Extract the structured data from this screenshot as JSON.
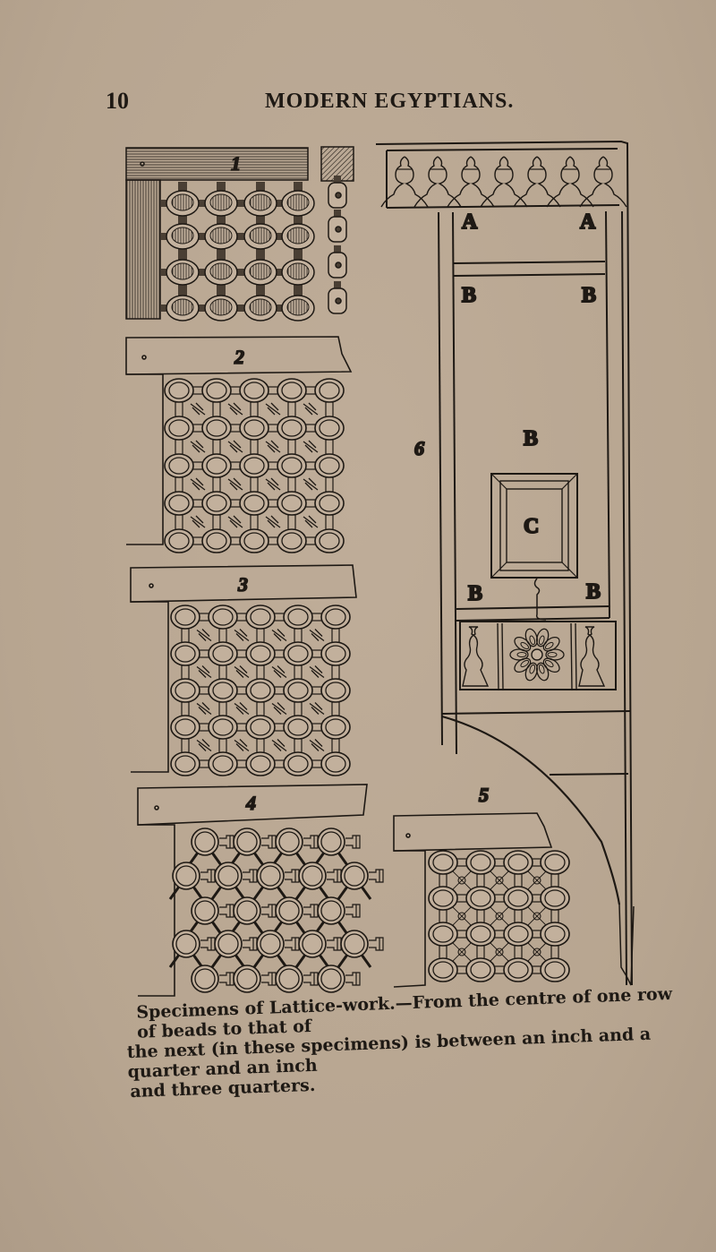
{
  "header": {
    "page_number": "10",
    "running_title": "MODERN EGYPTIANS."
  },
  "figures": [
    {
      "id": "fig-1",
      "label": "1",
      "description": "Lattice-work with turned wooden beads between bars, shown with side section"
    },
    {
      "id": "fig-2",
      "label": "2",
      "description": "Lattice-work of ring beads with diagonal connectors"
    },
    {
      "id": "fig-3",
      "label": "3",
      "description": "Lattice-work of ring beads with diagonal connectors"
    },
    {
      "id": "fig-4",
      "label": "4",
      "description": "Lattice-work of ring beads joined by turned spindles"
    },
    {
      "id": "fig-5",
      "label": "5",
      "description": "Lattice-work with ring beads and small star-like connectors"
    },
    {
      "id": "fig-6",
      "label": "6",
      "description": "Window frame elevation with lettered parts"
    }
  ],
  "window_letters": {
    "a_left": "A",
    "a_right": "A",
    "b_upper_left": "B",
    "b_upper_right": "B",
    "b_middle": "B",
    "c": "C",
    "b_lower_left": "B",
    "b_lower_right": "B"
  },
  "caption": {
    "line1": "Specimens of Lattice-work.—From the centre of one row of beads to that of",
    "line2": "the next (in these specimens) is between  an  inch and a quarter and an inch",
    "line3": "and three quarters."
  },
  "colors": {
    "paper": "#b9a793",
    "ink": "#1e1914"
  }
}
